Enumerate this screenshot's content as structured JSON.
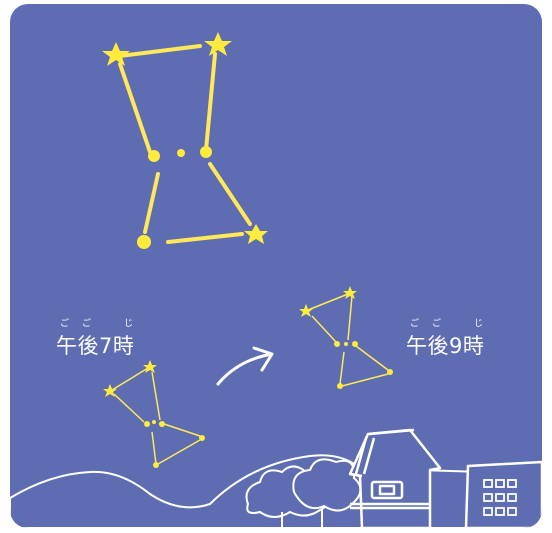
{
  "labels": {
    "time_7": {
      "text": "午後7時",
      "ruby": [
        "ご",
        "ご",
        "じ"
      ]
    },
    "time_9": {
      "text": "午後9時",
      "ruby": [
        "ご",
        "ご",
        "じ"
      ]
    }
  },
  "colors": {
    "sky": "#5e6db2",
    "star": "#ffeb3b",
    "line": "#ffe85a",
    "ground": "#5e6db2",
    "outline": "#ffffff"
  },
  "icons": [
    "large-constellation",
    "small-constellation-7pm",
    "small-constellation-9pm",
    "movement-arrow-icon",
    "house-icon",
    "trees-icon",
    "apartment-building-icon",
    "hills-outline"
  ]
}
